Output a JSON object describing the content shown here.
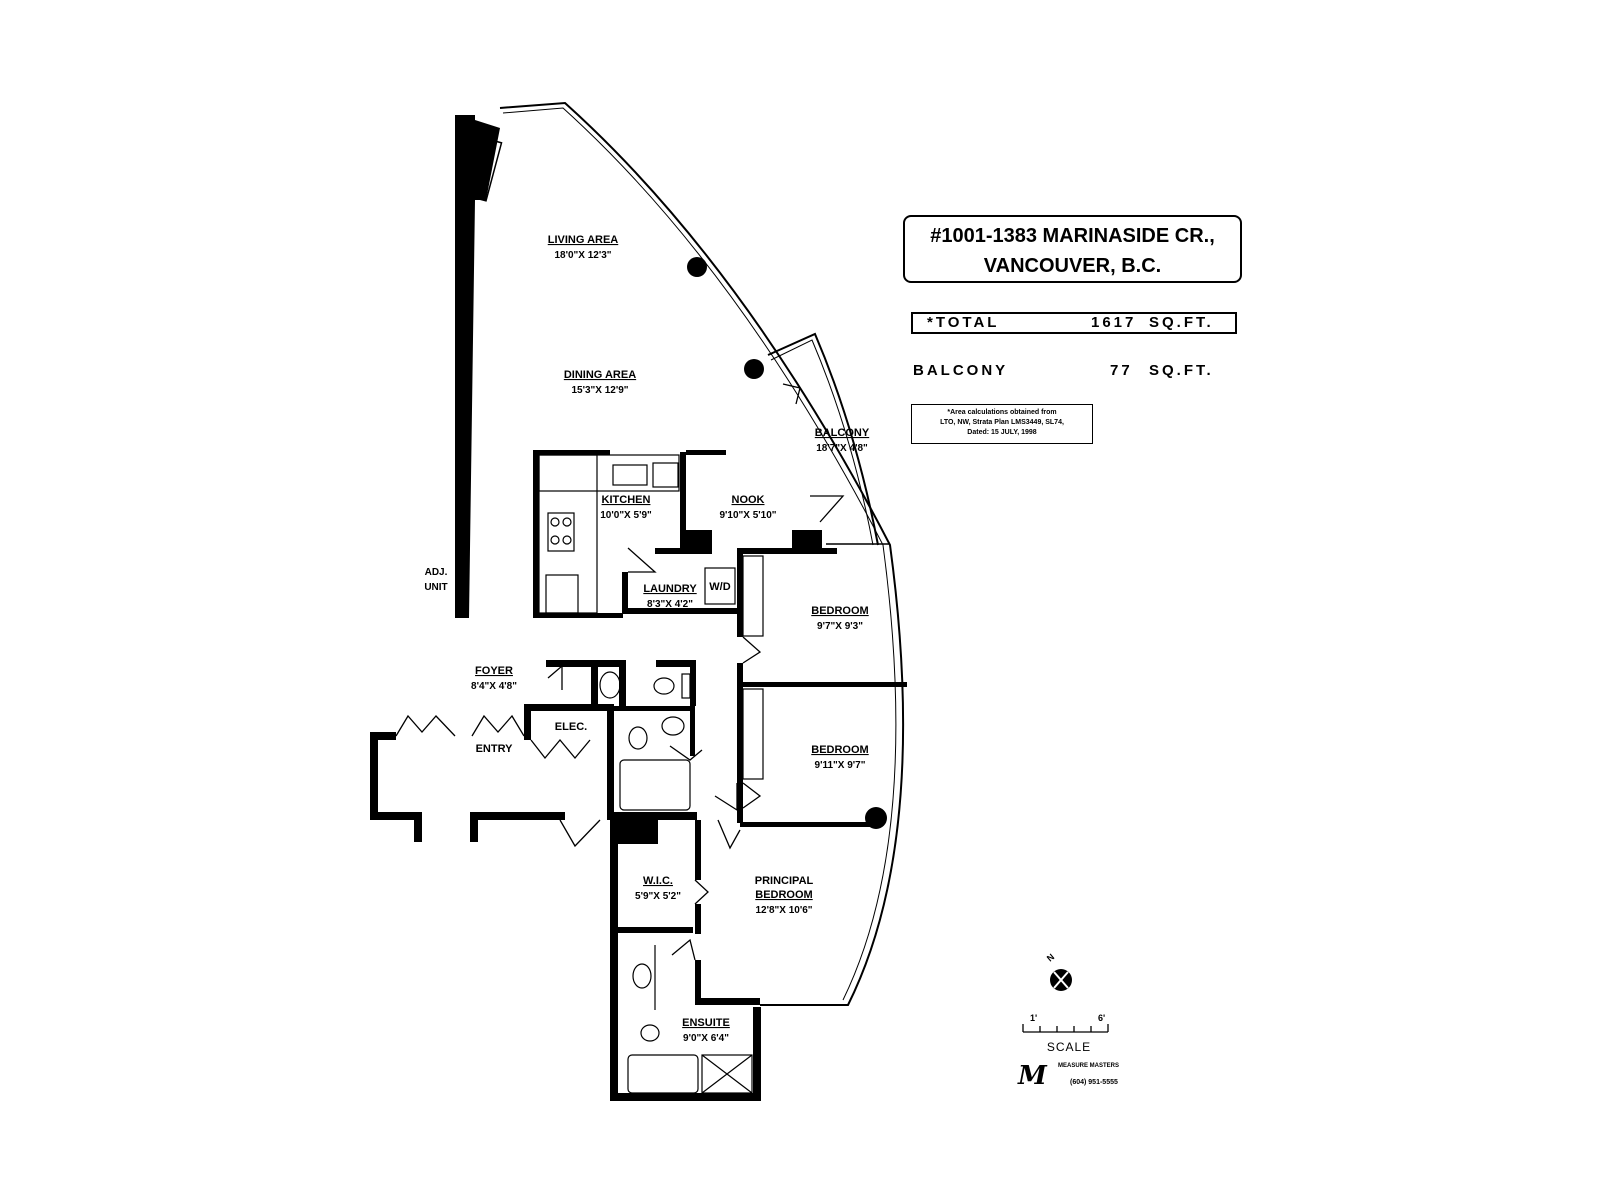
{
  "address": {
    "line1": "#1001-1383 MARINASIDE CR.,",
    "line2": "VANCOUVER, B.C."
  },
  "areas": {
    "total_label": "*TOTAL",
    "total_value": "1617",
    "total_unit": "SQ.FT.",
    "balcony_label": "BALCONY",
    "balcony_value": "77",
    "balcony_unit": "SQ.FT."
  },
  "note": {
    "line1": "*Area calculations obtained from",
    "line2": "LTO, NW, Strata Plan LMS3449, SL74,",
    "line3": "Dated: 15 JULY, 1998"
  },
  "rooms": {
    "living": {
      "name": "LIVING AREA",
      "dims": "18'0\"X 12'3\""
    },
    "dining": {
      "name": "DINING AREA",
      "dims": "15'3\"X 12'9\""
    },
    "balcony": {
      "name": "BALCONY",
      "dims": "18'7\"X 4'8\""
    },
    "kitchen": {
      "name": "KITCHEN",
      "dims": "10'0\"X 5'9\""
    },
    "nook": {
      "name": "NOOK",
      "dims": "9'10\"X 5'10\""
    },
    "laundry": {
      "name": "LAUNDRY",
      "dims": "8'3\"X 4'2\"",
      "appliance": "W/D"
    },
    "bedroom1": {
      "name": "BEDROOM",
      "dims": "9'7\"X 9'3\""
    },
    "bedroom2": {
      "name": "BEDROOM",
      "dims": "9'11\"X 9'7\""
    },
    "foyer": {
      "name": "FOYER",
      "dims": "8'4\"X 4'8\""
    },
    "elec": {
      "name": "ELEC."
    },
    "entry": {
      "name": "ENTRY"
    },
    "adj": {
      "line1": "ADJ.",
      "line2": "UNIT"
    },
    "wic": {
      "name": "W.I.C.",
      "dims": "5'9\"X 5'2\""
    },
    "principal": {
      "name1": "PRINCIPAL",
      "name2": "BEDROOM",
      "dims": "12'8\"X 10'6\""
    },
    "ensuite": {
      "name": "ENSUITE",
      "dims": "9'0\"X 6'4\""
    }
  },
  "scale": {
    "label": "SCALE",
    "tick_start": "1'",
    "tick_end": "6'"
  },
  "compass": {
    "north": "N"
  },
  "logo": {
    "mark": "M",
    "name": "MEASURE MASTERS",
    "phone": "(604) 951-5555"
  }
}
